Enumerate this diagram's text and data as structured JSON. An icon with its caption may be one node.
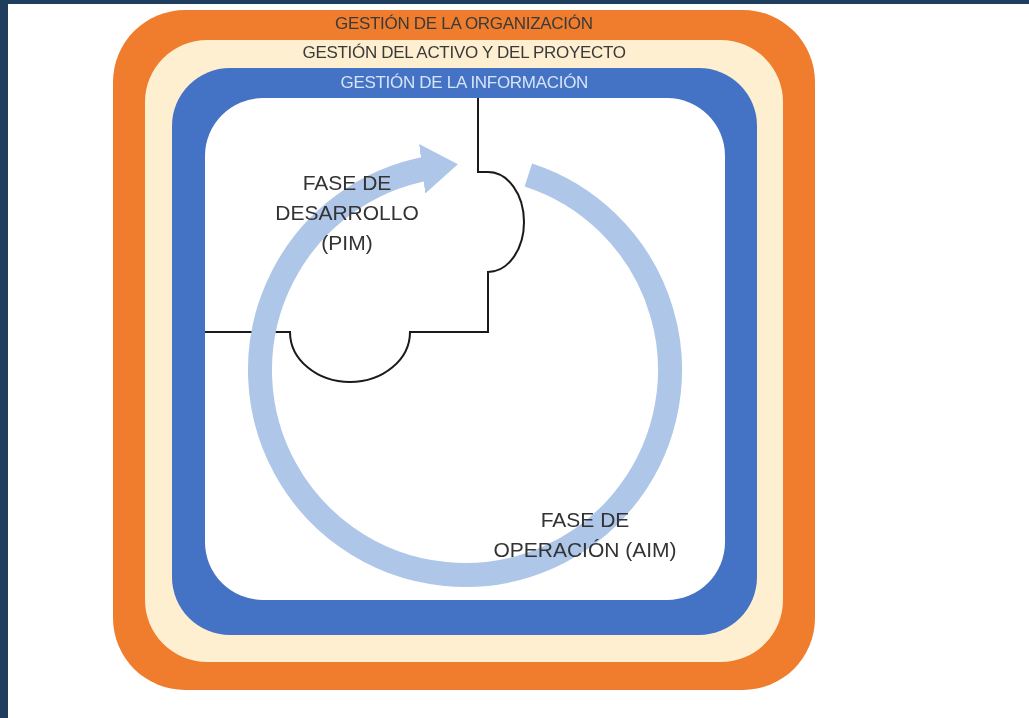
{
  "diagram": {
    "nodes": [
      {
        "text": [
          "GESTIÓN DE LA ORGANIZACIÓN"
        ]
      },
      {
        "text": [
          "GESTIÓN DEL ACTIVO Y DEL PROYECTO"
        ],
        "in": 0
      },
      {
        "text": [
          "GESTIÓN DE LA INFORMACIÓN"
        ],
        "in": 1
      },
      {
        "text": [
          "FASE DE DESARROLLO (PIM)"
        ],
        "in": 2
      },
      {
        "text": [
          "FASE DE OPERACIÓN (AIM)"
        ],
        "in": 2
      }
    ]
  }
}
